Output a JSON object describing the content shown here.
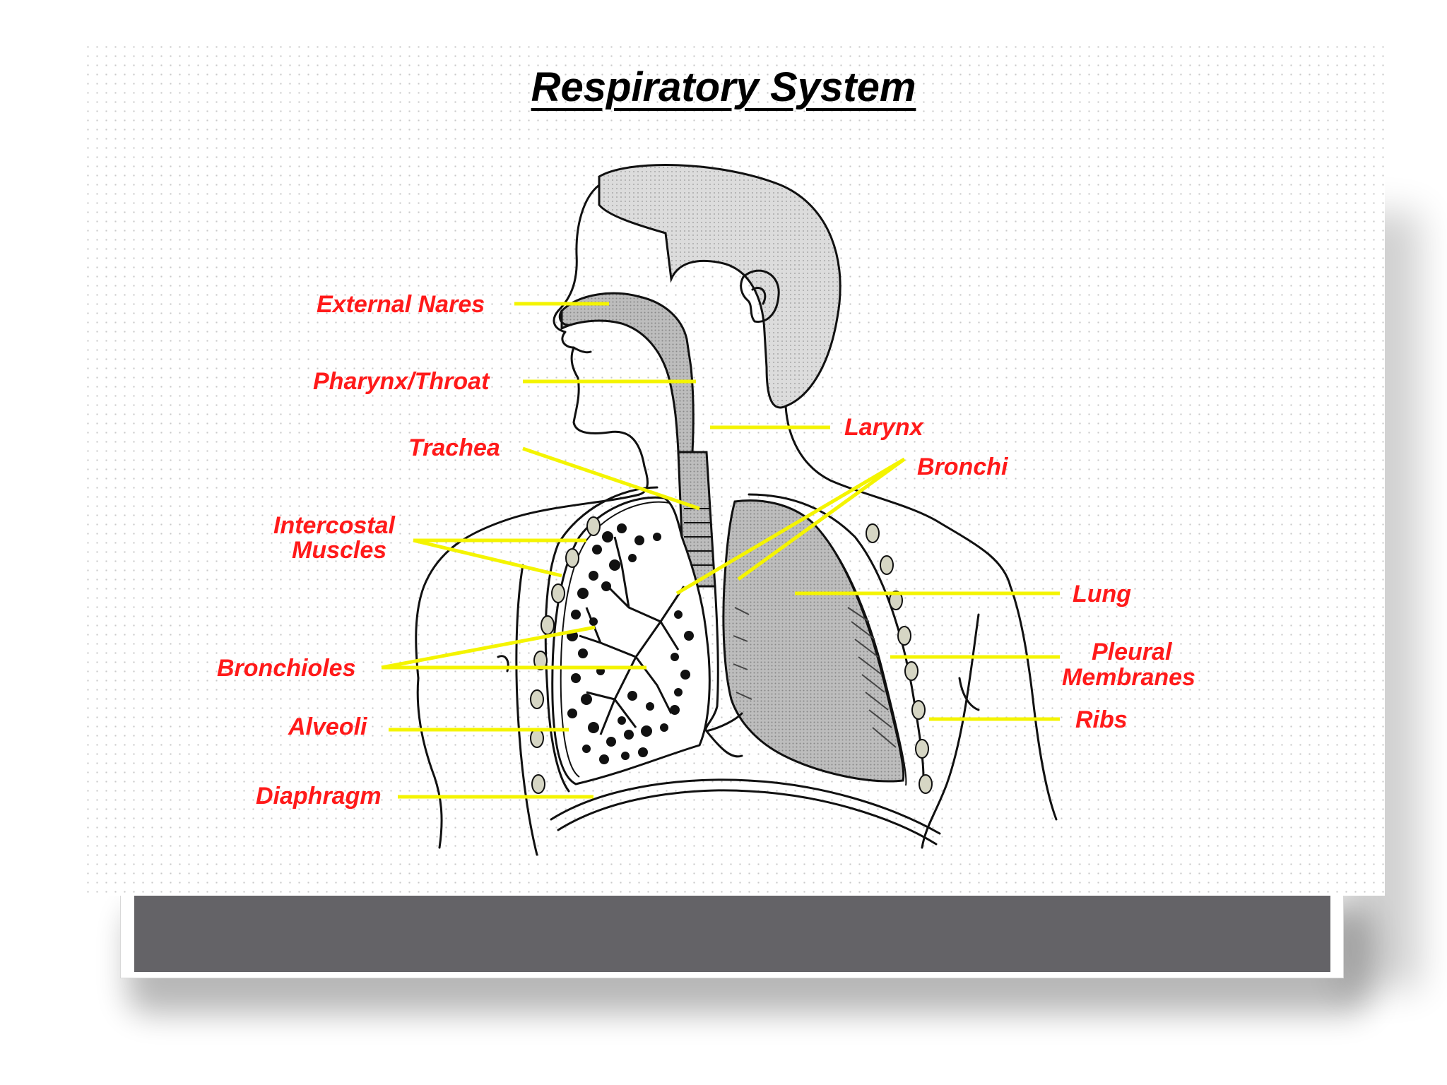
{
  "title": "Respiratory System",
  "labels": {
    "external_nares": "External Nares",
    "pharynx_throat": "Pharynx/Throat",
    "larynx": "Larynx",
    "trachea": "Trachea",
    "bronchi": "Bronchi",
    "intercostal_1": "Intercostal",
    "intercostal_2": "Muscles",
    "lung": "Lung",
    "bronchioles": "Bronchioles",
    "pleural_1": "Pleural",
    "pleural_2": "Membranes",
    "alveoli": "Alveoli",
    "ribs": "Ribs",
    "diaphragm": "Diaphragm"
  },
  "colors": {
    "label": "#ff1a1a",
    "leader_line": "#f4f400",
    "panel_bar": "#646367",
    "lung_fill": "#9c9c9c",
    "hair_fill": "#d4d4d4"
  }
}
